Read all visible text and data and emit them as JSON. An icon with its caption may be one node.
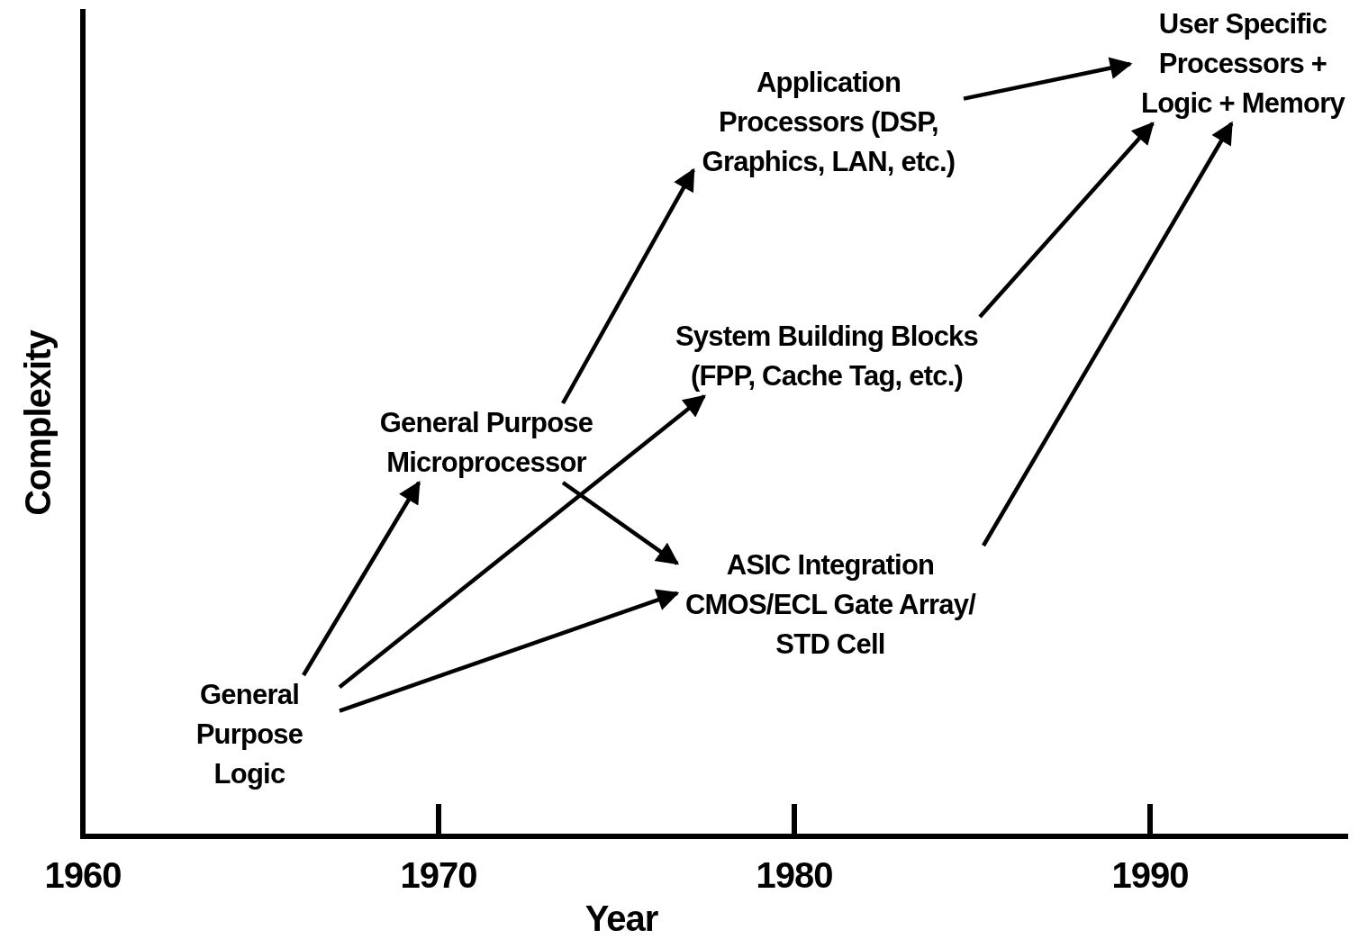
{
  "diagram": {
    "nodes": [
      {
        "text": [
          "General Purpose Logic"
        ]
      },
      {
        "text": [
          "General Purpose Microprocessor"
        ]
      },
      {
        "text": [
          "Application Processors (DSP, Graphics, LAN, etc.)"
        ]
      },
      {
        "text": [
          "System Building Blocks (FPP, Cache Tag, etc.)"
        ]
      },
      {
        "text": [
          "ASIC Integration CMOS/ECL Gate Array/ STD Cell"
        ]
      },
      {
        "text": [
          "User Specific Processors + Logic + Memory"
        ]
      }
    ],
    "edges": [
      {
        "from": 0,
        "to": 1,
        "arrow": "to"
      },
      {
        "from": 0,
        "to": 3,
        "arrow": "to"
      },
      {
        "from": 0,
        "to": 4,
        "arrow": "to"
      },
      {
        "from": 1,
        "to": 2,
        "arrow": "to"
      },
      {
        "from": 1,
        "to": 4,
        "arrow": "to"
      },
      {
        "from": 3,
        "to": 5,
        "arrow": "to"
      },
      {
        "from": 4,
        "to": 5,
        "arrow": "to"
      },
      {
        "from": 2,
        "to": 5,
        "arrow": "to"
      }
    ],
    "labels": [
      "Complexity",
      "1960",
      "1970",
      "1980",
      "1990",
      "Year"
    ]
  }
}
